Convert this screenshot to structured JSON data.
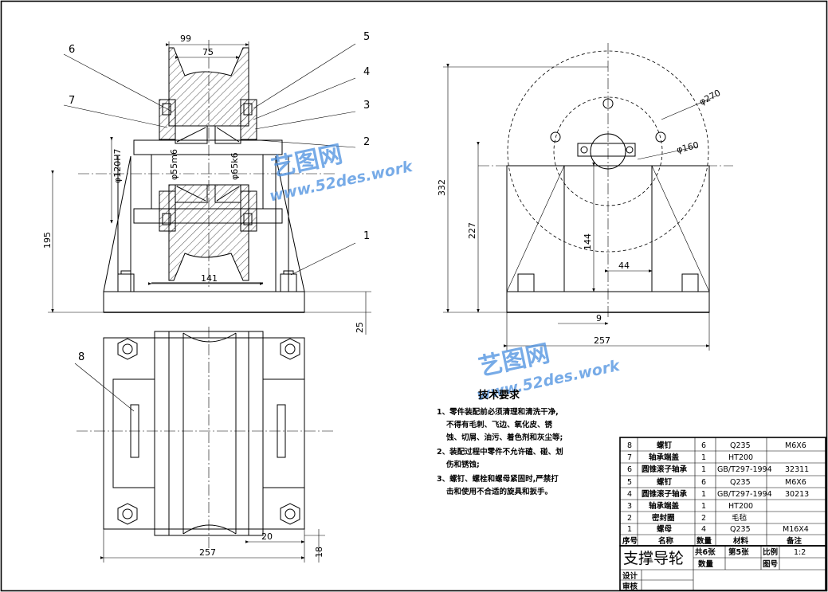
{
  "part_labels": [
    "1",
    "2",
    "3",
    "4",
    "5",
    "6",
    "7",
    "8"
  ],
  "dimensions": {
    "front": {
      "d99": "99",
      "d75": "75",
      "d120": "φ120H7",
      "d55": "φ55m6",
      "d65": "φ65k6",
      "d195": "195",
      "d141": "141",
      "d25": "25"
    },
    "side": {
      "d332": "332",
      "d270": "φ270",
      "d160": "φ160",
      "d227": "227",
      "d144": "144",
      "d44": "44",
      "d9": "9",
      "d257": "257"
    },
    "plan": {
      "d20": "20",
      "d18": "18",
      "d257": "257"
    }
  },
  "watermark": {
    "cn": "艺图网",
    "url": "www.52des.work"
  },
  "requirements": {
    "title": "技术要求",
    "lines": [
      "1、零件装配前必须清理和清洗干净,",
      "不得有毛刺、飞边、氧化皮、锈",
      "蚀、切屑、油污、着色剂和灰尘等;",
      "2、装配过程中零件不允许磕、碰、划",
      "伤和锈蚀;",
      "3、螺钉、螺栓和螺母紧固时,严禁打",
      "击和使用不合适的旋具和扳手。"
    ]
  },
  "bom": {
    "header": {
      "no": "序号",
      "name": "名称",
      "qty": "数量",
      "mat": "材料",
      "note": "备注"
    },
    "rows": [
      {
        "no": "8",
        "name": "螺钉",
        "qty": "6",
        "mat": "Q235",
        "note": "M6X6"
      },
      {
        "no": "7",
        "name": "轴承端盖",
        "qty": "1",
        "mat": "HT200",
        "note": ""
      },
      {
        "no": "6",
        "name": "圆锥滚子轴承",
        "qty": "1",
        "mat": "GB/T297-1994",
        "note": "32311"
      },
      {
        "no": "5",
        "name": "螺钉",
        "qty": "6",
        "mat": "Q235",
        "note": "M6X6"
      },
      {
        "no": "4",
        "name": "圆锥滚子轴承",
        "qty": "1",
        "mat": "GB/T297-1994",
        "note": "30213"
      },
      {
        "no": "3",
        "name": "轴承端盖",
        "qty": "1",
        "mat": "HT200",
        "note": ""
      },
      {
        "no": "2",
        "name": "密封圈",
        "qty": "2",
        "mat": "毛毡",
        "note": ""
      },
      {
        "no": "1",
        "name": "螺母",
        "qty": "4",
        "mat": "Q235",
        "note": "M16X4"
      }
    ]
  },
  "titleblock": {
    "name": "支撑导轮",
    "total": "共6张",
    "sheet": "第5张",
    "scale_label": "比例",
    "scale": "1:2",
    "qty_label": "数量",
    "drawing_no": "图号",
    "design": "设计",
    "review": "审核"
  }
}
